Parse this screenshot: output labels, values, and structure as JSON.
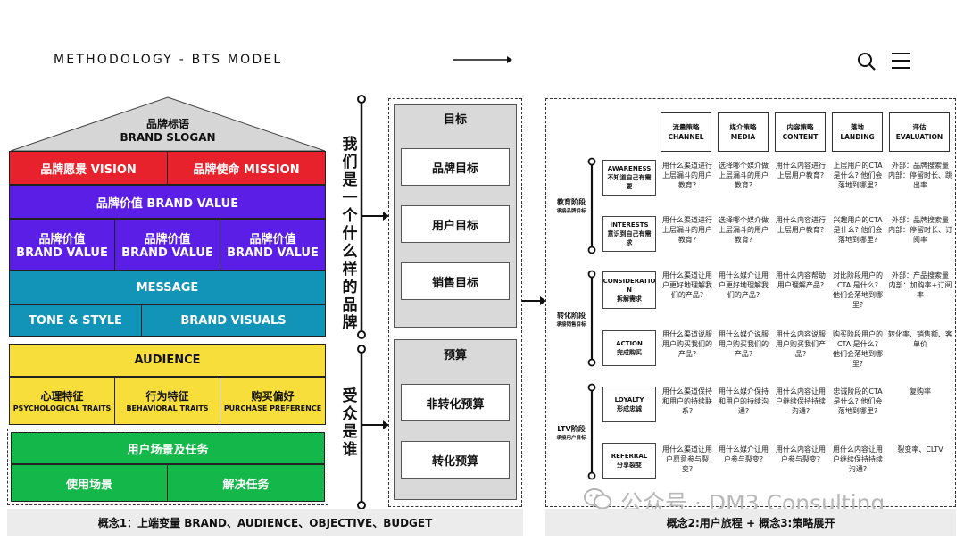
{
  "header": {
    "title": "METHODOLOGY - BTS MODEL"
  },
  "pyramid": {
    "slogan_cn": "品牌标语",
    "slogan_en": "BRAND SLOGAN",
    "vision": "品牌愿景 VISION",
    "mission": "品牌使命 MISSION",
    "brand_value_full": "品牌价值 BRAND VALUE",
    "brand_value_cn": "品牌价值",
    "brand_value_en": "BRAND VALUE",
    "message": "MESSAGE",
    "tone": "TONE & STYLE",
    "visuals": "BRAND VISUALS",
    "audience": "AUDIENCE",
    "traits": [
      {
        "cn": "心理特征",
        "en": "PSYCHOLOGICAL TRAITS"
      },
      {
        "cn": "行为特征",
        "en": "BEHAVIORAL TRAITS"
      },
      {
        "cn": "购买偏好",
        "en": "PURCHASE PREFERENCE"
      }
    ],
    "scenario": "用户场景及任务",
    "use_scene": "使用场景",
    "solve_task": "解决任务"
  },
  "middle": {
    "q1": "我们是一个什么样的品牌",
    "q2": "受众是谁",
    "goals_title": "目标",
    "goals": [
      "品牌目标",
      "用户目标",
      "销售目标"
    ],
    "budget_title": "预算",
    "budgets": [
      "非转化预算",
      "转化预算"
    ]
  },
  "strategy": {
    "columns": [
      {
        "cn": "流量策略",
        "en": "CHANNEL"
      },
      {
        "cn": "媒介策略",
        "en": "MEDIA"
      },
      {
        "cn": "内容策略",
        "en": "CONTENT"
      },
      {
        "cn": "落地",
        "en": "LANDING"
      },
      {
        "cn": "评估",
        "en": "EVALUATION"
      }
    ],
    "phases": [
      {
        "name": "教育阶段",
        "sub": "承接品牌目标"
      },
      {
        "name": "转化阶段",
        "sub": "承接销售目标"
      },
      {
        "name": "LTV阶段",
        "sub": "承接用户目标"
      }
    ],
    "rows": [
      {
        "stage": [
          "AWARENESS",
          "不知道自己有需要"
        ],
        "cells": [
          "用什么渠道进行上层漏斗的用户教育?",
          "选择哪个媒介做上层漏斗的用户教育?",
          "用什么内容进行上层用户教育?",
          "上层用户的CTA 是什么? 他们会落地到哪里?",
          "外部：品牌搜索量\n内部：停留时长、跳出率"
        ]
      },
      {
        "stage": [
          "INTERESTS",
          "意识到自己有需求"
        ],
        "cells": [
          "用什么渠道进行上层漏斗的用户教育?",
          "选择哪个媒介做上层漏斗的用户教育?",
          "用什么内容进行上层用户教育?",
          "兴趣用户的CTA 是什么? 他们会落地到哪里?",
          "外部：品牌搜索量\n内部：停留时长、订阅率"
        ]
      },
      {
        "stage": [
          "CONSIDERATIO",
          "N",
          "拆解需求"
        ],
        "cells": [
          "用什么渠道让用户更好地理解我们的产品?",
          "用什么媒介让用户更好地理解我们的产品?",
          "用什么内容帮助用户理解产品?",
          "对比阶段用户的 CTA 是什么? 他们会落地到哪里?",
          "外部：产品搜索量\n内部：加购率+订阅率"
        ]
      },
      {
        "stage": [
          "ACTION",
          "完成购买"
        ],
        "cells": [
          "用什么渠道说服用户购买我们的产品?",
          "用什么媒介说服用户购买我们的产品?",
          "用什么内容说服用户购买我们产品?",
          "购买阶段用户的 CTA 是什么? 他们会落地到哪里?",
          "转化率、销售额、客单价"
        ]
      },
      {
        "stage": [
          "LOYALTY",
          "形成忠诚"
        ],
        "cells": [
          "用什么渠道保持和用户的持续联系?",
          "用什么媒介保持和用户的持续沟通?",
          "用什么内容让用户继续保持持续沟通?",
          "忠诚阶段的CTA是什么? 他们会落地到哪里?",
          "复购率"
        ]
      },
      {
        "stage": [
          "REFERRAL",
          "分享裂变"
        ],
        "cells": [
          "用什么渠道让用户愿意参与裂变?",
          "用什么媒介让用户参与裂变?",
          "用什么内容让用户参与裂变?",
          "用什么内容让用户继续保持持续沟通?",
          "裂变率、CLTV"
        ]
      }
    ]
  },
  "watermark": "公众号 · DM3 Consulting",
  "footer": {
    "left": "概念1：上端变量 BRAND、AUDIENCE、OBJECTIVE、BUDGET",
    "right": "概念2:用户旅程 + 概念3:策略展开"
  },
  "colors": {
    "red": "#e8222d",
    "purple": "#5a1ee6",
    "teal": "#1294b8",
    "yellow": "#f7de3b",
    "green": "#14b84a",
    "grey_panel": "#d9d9d9",
    "footer_bg": "#ececec"
  },
  "icons": [
    "arrow-right-icon",
    "search-icon",
    "menu-icon",
    "wechat-logo-icon"
  ]
}
